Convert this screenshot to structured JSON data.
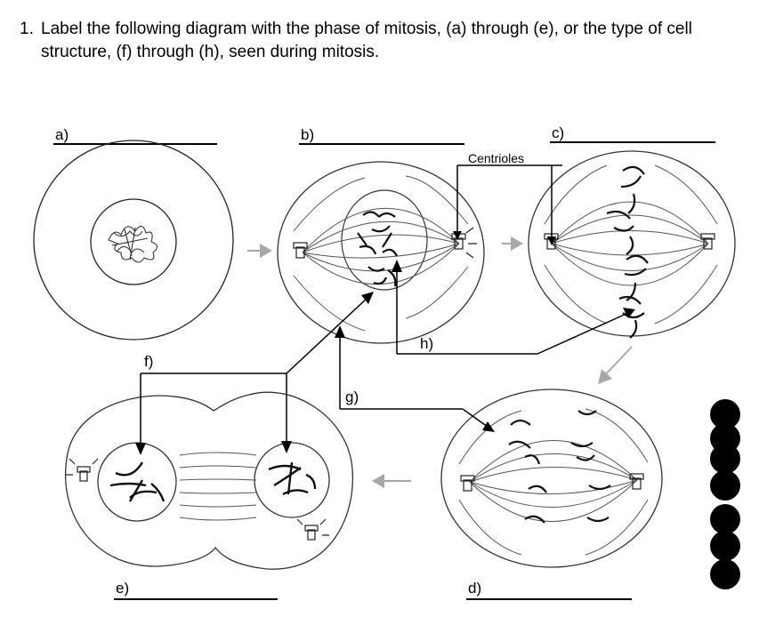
{
  "question": {
    "number": "1.",
    "text": "Label the following diagram with the phase of mitosis, (a) through (e), or the type of cell  structure, (f) through (h), seen during mitosis."
  },
  "labels": {
    "a": "a)",
    "b": "b)",
    "c": "c)",
    "d": "d)",
    "e": "e)",
    "f": "f)",
    "g": "g)",
    "h": "h)",
    "centrioles": "Centrioles"
  },
  "colors": {
    "ink": "#000000",
    "grey_arrow": "#a8a8a8",
    "cell_line": "#444444"
  }
}
